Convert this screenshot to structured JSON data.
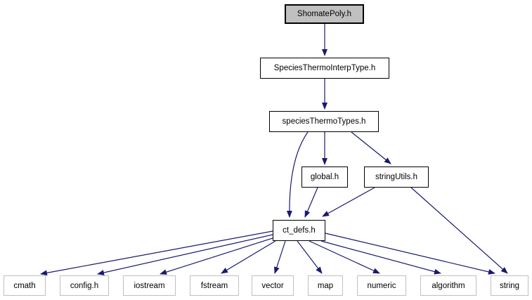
{
  "diagram": {
    "type": "include-dependency-graph",
    "colors": {
      "edge": "#191970",
      "current_node_fill": "#c0c0c0",
      "node_fill": "#ffffff",
      "linked_node_border": "#000000",
      "system_node_border": "#c0c0c0",
      "text": "#000000",
      "background": "#ffffff"
    },
    "nodes": [
      {
        "id": "ShomatePoly.h",
        "label": "ShomatePoly.h",
        "kind": "current"
      },
      {
        "id": "SpeciesThermoInterpType.h",
        "label": "SpeciesThermoInterpType.h",
        "kind": "linked"
      },
      {
        "id": "speciesThermoTypes.h",
        "label": "speciesThermoTypes.h",
        "kind": "linked"
      },
      {
        "id": "global.h",
        "label": "global.h",
        "kind": "linked"
      },
      {
        "id": "stringUtils.h",
        "label": "stringUtils.h",
        "kind": "linked"
      },
      {
        "id": "ct_defs.h",
        "label": "ct_defs.h",
        "kind": "linked"
      },
      {
        "id": "cmath",
        "label": "cmath",
        "kind": "system"
      },
      {
        "id": "config.h",
        "label": "config.h",
        "kind": "system"
      },
      {
        "id": "iostream",
        "label": "iostream",
        "kind": "system"
      },
      {
        "id": "fstream",
        "label": "fstream",
        "kind": "system"
      },
      {
        "id": "vector",
        "label": "vector",
        "kind": "system"
      },
      {
        "id": "map",
        "label": "map",
        "kind": "system"
      },
      {
        "id": "numeric",
        "label": "numeric",
        "kind": "system"
      },
      {
        "id": "algorithm",
        "label": "algorithm",
        "kind": "system"
      },
      {
        "id": "string",
        "label": "string",
        "kind": "system"
      }
    ],
    "edges": [
      {
        "from": "ShomatePoly.h",
        "to": "SpeciesThermoInterpType.h"
      },
      {
        "from": "SpeciesThermoInterpType.h",
        "to": "speciesThermoTypes.h"
      },
      {
        "from": "speciesThermoTypes.h",
        "to": "global.h"
      },
      {
        "from": "speciesThermoTypes.h",
        "to": "stringUtils.h"
      },
      {
        "from": "speciesThermoTypes.h",
        "to": "ct_defs.h"
      },
      {
        "from": "global.h",
        "to": "ct_defs.h"
      },
      {
        "from": "stringUtils.h",
        "to": "ct_defs.h"
      },
      {
        "from": "stringUtils.h",
        "to": "string"
      },
      {
        "from": "ct_defs.h",
        "to": "cmath"
      },
      {
        "from": "ct_defs.h",
        "to": "config.h"
      },
      {
        "from": "ct_defs.h",
        "to": "iostream"
      },
      {
        "from": "ct_defs.h",
        "to": "fstream"
      },
      {
        "from": "ct_defs.h",
        "to": "vector"
      },
      {
        "from": "ct_defs.h",
        "to": "map"
      },
      {
        "from": "ct_defs.h",
        "to": "numeric"
      },
      {
        "from": "ct_defs.h",
        "to": "algorithm"
      },
      {
        "from": "ct_defs.h",
        "to": "string"
      }
    ]
  }
}
